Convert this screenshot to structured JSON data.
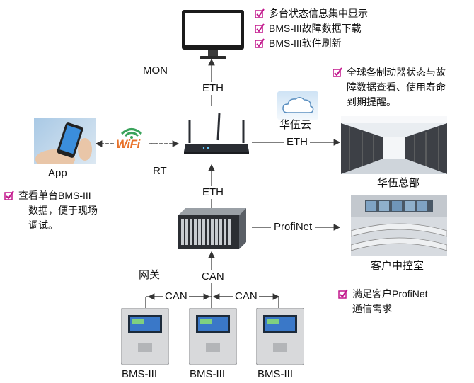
{
  "monitor": {
    "label": "MON",
    "features": [
      "多台状态信息集中显示",
      "BMS-III故障数据下载",
      "BMS-III软件刷新"
    ]
  },
  "links": {
    "mon_eth": "ETH",
    "cloud_eth": "ETH",
    "gateway_eth": "ETH",
    "profinet": "ProfiNet",
    "gateway_can": "CAN",
    "can_left": "CAN",
    "can_right": "CAN"
  },
  "router": {
    "label": "RT"
  },
  "cloud": {
    "label": "华伍云",
    "note": [
      "全球各制动器状态与故",
      "障数据查看、使用寿命",
      "到期提醒。"
    ]
  },
  "app": {
    "label": "App",
    "wifi": "WiFi",
    "note": [
      "查看单台BMS-III",
      "数据，便于现场",
      "调试。"
    ]
  },
  "headquarters": {
    "label": "华伍总部"
  },
  "gateway": {
    "label": "网关"
  },
  "control_room": {
    "label": "客户中控室",
    "note": [
      "满足客户ProfiNet",
      "通信需求"
    ]
  },
  "devices": [
    {
      "label": "BMS-III"
    },
    {
      "label": "BMS-III"
    },
    {
      "label": "BMS-III"
    }
  ],
  "colors": {
    "check": "#c2168c",
    "router": "#2a2d33",
    "line": "#333333"
  }
}
